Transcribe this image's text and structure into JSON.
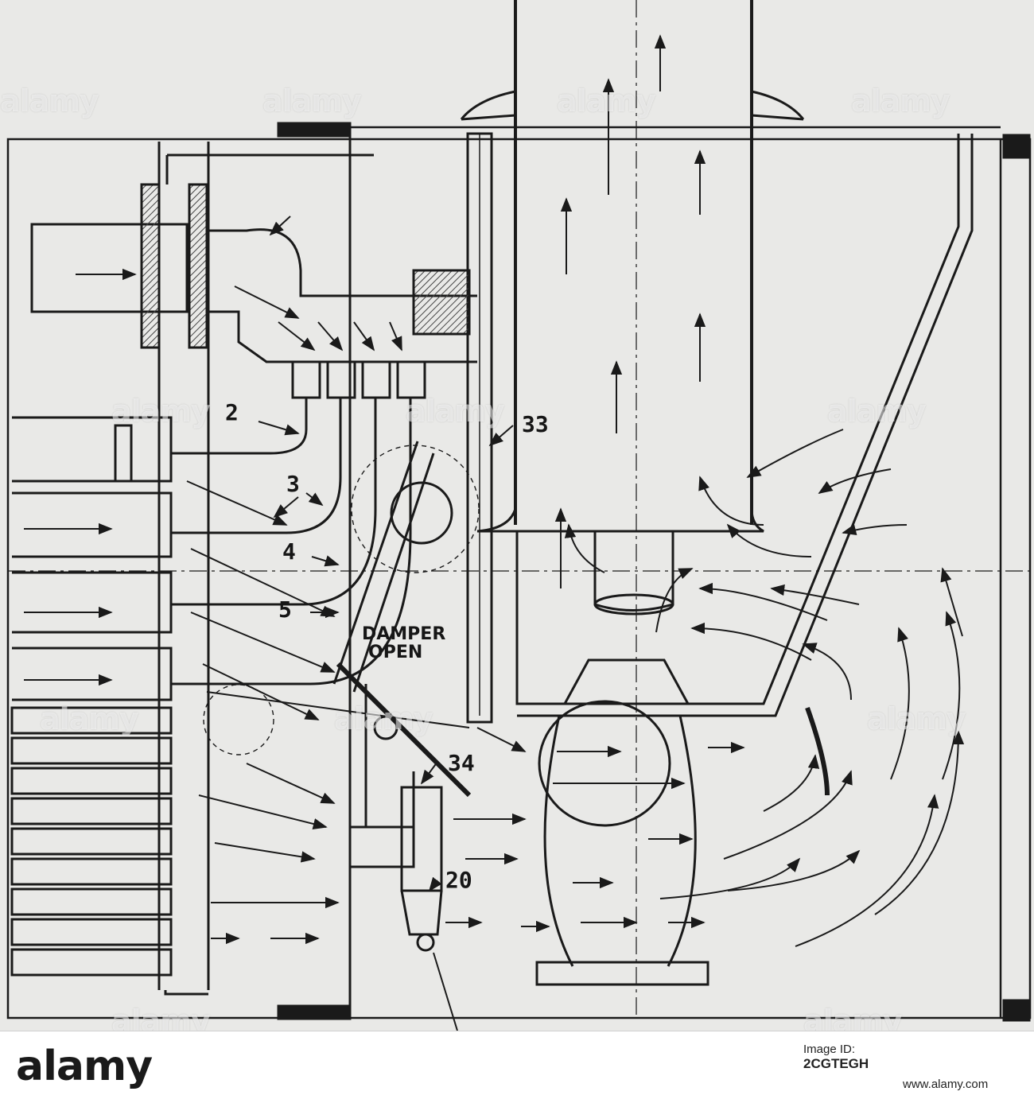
{
  "diagram": {
    "labels": {
      "l2": "2",
      "l3": "3",
      "l4": "4",
      "l5": "5",
      "l33": "33",
      "l34": "34",
      "l20": "20",
      "damper_line1": "DAMPER",
      "damper_line2": "OPEN"
    }
  },
  "watermark": {
    "text": "alamy"
  },
  "footer": {
    "brand": "alamy",
    "image_id_label": "Image ID:",
    "image_id": "2CGTEGH",
    "site": "www.alamy.com"
  },
  "colors": {
    "ink": "#1a1a1a",
    "paper": "#e9e9e7",
    "hatch": "#555555"
  }
}
